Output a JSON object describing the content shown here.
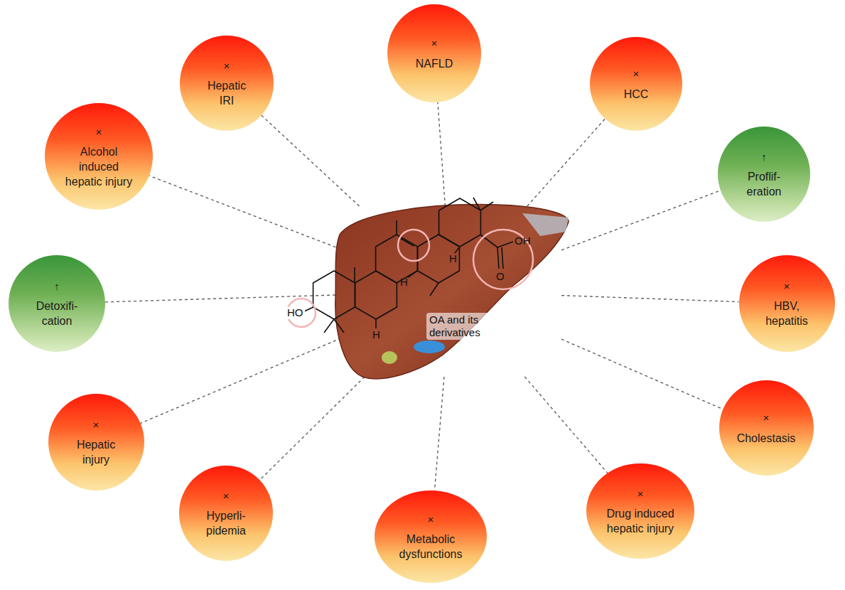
{
  "diagram": {
    "nodes": [
      {
        "text": [
          "OA and its derivatives"
        ]
      },
      {
        "text": [
          "×",
          "NAFLD"
        ]
      },
      {
        "text": [
          "×",
          "HCC"
        ]
      },
      {
        "text": [
          "↑",
          "Proflif- eration"
        ]
      },
      {
        "text": [
          "×",
          "HBV, hepatitis"
        ]
      },
      {
        "text": [
          "×",
          "Cholestasis"
        ]
      },
      {
        "text": [
          "×",
          "Drug induced hepatic injury"
        ]
      },
      {
        "text": [
          "×",
          "Metabolic dysfunctions"
        ]
      },
      {
        "text": [
          "×",
          "Hyperli- pidemia"
        ]
      },
      {
        "text": [
          "×",
          "Hepatic injury"
        ]
      },
      {
        "text": [
          "↑",
          "Detoxifi- cation"
        ]
      },
      {
        "text": [
          "×",
          "Alcohol induced hepatic injury"
        ]
      },
      {
        "text": [
          "×",
          "Hepatic IRI"
        ]
      }
    ],
    "edges": [
      {
        "from": 0,
        "to": 1,
        "arrow": "none"
      },
      {
        "from": 0,
        "to": 2,
        "arrow": "none"
      },
      {
        "from": 0,
        "to": 3,
        "arrow": "none"
      },
      {
        "from": 0,
        "to": 4,
        "arrow": "none"
      },
      {
        "from": 0,
        "to": 5,
        "arrow": "none"
      },
      {
        "from": 0,
        "to": 6,
        "arrow": "none"
      },
      {
        "from": 0,
        "to": 7,
        "arrow": "none"
      },
      {
        "from": 0,
        "to": 8,
        "arrow": "none"
      },
      {
        "from": 0,
        "to": 9,
        "arrow": "none"
      },
      {
        "from": 0,
        "to": 10,
        "arrow": "none"
      },
      {
        "from": 0,
        "to": 11,
        "arrow": "none"
      },
      {
        "from": 0,
        "to": 12,
        "arrow": "none"
      }
    ],
    "labels": [
      "HO",
      "H",
      "H",
      "H",
      "OH",
      "O"
    ]
  }
}
